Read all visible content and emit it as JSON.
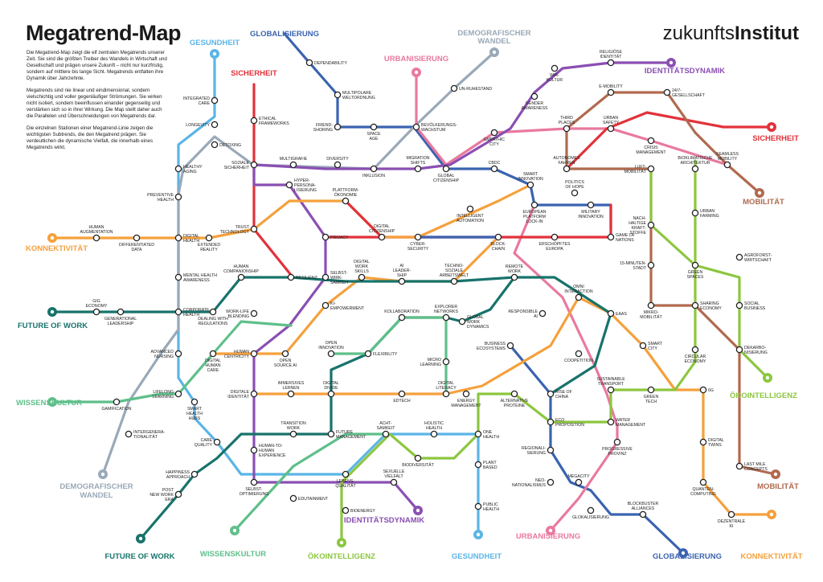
{
  "header": {
    "title": "Megatrend-Map",
    "brand_light": "zukunfts",
    "brand_bold": "Institut"
  },
  "intro": [
    "Die Megatrend-Map zeigt die elf zentralen Megatrends unserer Zeit. Sie sind die größten Treiber des Wandels in Wirtschaft und Gesellschaft und prägen unsere Zukunft – nicht nur kurzfristig, sondern auf mittlere bis lange Sicht. Megatrends entfalten ihre Dynamik über Jahrzehnte.",
    "Megatrends sind nie linear und eindimensional, sondern vielschichtig und voller gegenläufiger Strömungen. Sie wirken nicht isoliert, sondern beeinflussen einander gegenseitig und verstärken sich so in ihrer Wirkung. Die Map stellt daher auch die Parallelen und Überschneidungen von Megatrends dar.",
    "Die einzelnen Stationen einer Megatrend-Linie zeigen die wichtigsten Subtrends, die den Megatrend prägen. Sie verdeutlichen die dynamische Vielfalt, die innerhalb eines Megatrends wirkt."
  ],
  "colors": {
    "gesundheit": "#5bb5e6",
    "globalisierung": "#3a63b0",
    "demografie": "#9aa9b8",
    "urbanisierung": "#e9799f",
    "sicherheit": "#e2323a",
    "identitaet": "#8a4fb3",
    "mobilitaet": "#b06a4f",
    "konnektivitaet": "#f5a03c",
    "futurework": "#17736b",
    "wissenskultur": "#5fbf8a",
    "oekointelligenz": "#8cc63f"
  },
  "terminals": [
    {
      "id": "t_gesundheit_top",
      "label": "GESUNDHEIT",
      "color": "gesundheit"
    },
    {
      "id": "t_globalisierung_top",
      "label": "GLOBALISIERUNG",
      "color": "globalisierung"
    },
    {
      "id": "t_demografie_top_1",
      "label": "DEMOGRAFISCHER",
      "color": "demografie"
    },
    {
      "id": "t_demografie_top_2",
      "label": "WANDEL",
      "color": "demografie"
    },
    {
      "id": "t_urbanisierung_top",
      "label": "URBANISIERUNG",
      "color": "urbanisierung"
    },
    {
      "id": "t_sicherheit_left",
      "label": "SICHERHEIT",
      "color": "sicherheit"
    },
    {
      "id": "t_identitaet_top",
      "label": "IDENTITÄTSDYNAMIK",
      "color": "identitaet"
    },
    {
      "id": "t_sicherheit_right",
      "label": "SICHERHEIT",
      "color": "sicherheit"
    },
    {
      "id": "t_mobilitaet_right",
      "label": "MOBILITÄT",
      "color": "mobilitaet"
    },
    {
      "id": "t_konnekt_left",
      "label": "KONNEKTIVITÄT",
      "color": "konnektivitaet"
    },
    {
      "id": "t_fow_left",
      "label": "FUTURE OF WORK",
      "color": "futurework"
    },
    {
      "id": "t_wissen_left",
      "label": "WISSENSKULTUR",
      "color": "wissenskultur"
    },
    {
      "id": "t_oeko_right",
      "label": "ÖKOINTELLIGENZ",
      "color": "oekointelligenz"
    },
    {
      "id": "t_demografie_bl_1",
      "label": "DEMOGRAFISCHER",
      "color": "demografie"
    },
    {
      "id": "t_demografie_bl_2",
      "label": "WANDEL",
      "color": "demografie"
    },
    {
      "id": "t_mobilitaet_br",
      "label": "MOBILITÄT",
      "color": "mobilitaet"
    },
    {
      "id": "t_fow_bottom",
      "label": "FUTURE OF WORK",
      "color": "futurework"
    },
    {
      "id": "t_wissen_bottom",
      "label": "WISSENSKULTUR",
      "color": "wissenskultur"
    },
    {
      "id": "t_oeko_bottom",
      "label": "ÖKOINTELLIGENZ",
      "color": "oekointelligenz"
    },
    {
      "id": "t_identitaet_bottom",
      "label": "IDENTITÄTSDYNAMIK",
      "color": "identitaet"
    },
    {
      "id": "t_gesundheit_bottom",
      "label": "GESUNDHEIT",
      "color": "gesundheit"
    },
    {
      "id": "t_urbanisierung_bottom",
      "label": "URBANISIERUNG",
      "color": "urbanisierung"
    },
    {
      "id": "t_globalisierung_bottom",
      "label": "GLOBALISIERUNG",
      "color": "globalisierung"
    },
    {
      "id": "t_konnekt_bottom",
      "label": "KONNEKTIVITÄT",
      "color": "konnektivitaet"
    }
  ],
  "stations": [
    {
      "id": "integrated_care",
      "label": [
        "INTEGRATED",
        "CARE"
      ]
    },
    {
      "id": "longevity",
      "label": [
        "LONGEVITY"
      ]
    },
    {
      "id": "detoxing",
      "label": [
        "DETOXING"
      ]
    },
    {
      "id": "healthy_aging",
      "label": [
        "HEALTHY",
        "AGING"
      ]
    },
    {
      "id": "preventive_health",
      "label": [
        "PREVENTIVE",
        "HEALTH"
      ]
    },
    {
      "id": "human_augmentation",
      "label": [
        "HUMAN",
        "AUGMENTATION"
      ]
    },
    {
      "id": "differentiated_data",
      "label": [
        "DIFFERENTIATED",
        "DATA"
      ]
    },
    {
      "id": "digital_health",
      "label": [
        "DIGITAL",
        "HEALTH"
      ]
    },
    {
      "id": "extended_reality",
      "label": [
        "EXTENDED",
        "REALITY"
      ]
    },
    {
      "id": "mental_health",
      "label": [
        "MENTAL HEALTH",
        "AWARENESS"
      ]
    },
    {
      "id": "gig_economy",
      "label": [
        "GIG",
        "ECONOMY"
      ]
    },
    {
      "id": "generational_leadership",
      "label": [
        "GENERATIONAL",
        "LEADERSHIP"
      ]
    },
    {
      "id": "corporate_health",
      "label": [
        "CORPORATE",
        "HEALTH"
      ]
    },
    {
      "id": "dealing_regulations",
      "label": [
        "DEALING WITH",
        "REGULATIONS"
      ]
    },
    {
      "id": "advanced_nursing",
      "label": [
        "ADVANCED",
        "NURSING"
      ]
    },
    {
      "id": "lifelong_learning",
      "label": [
        "LIFELONG",
        "LEARNING"
      ]
    },
    {
      "id": "gamification",
      "label": [
        "GAMIFICATION"
      ]
    },
    {
      "id": "smart_health_hubs",
      "label": [
        "SMART",
        "HEALTH",
        "HUBS"
      ]
    },
    {
      "id": "intergenerationalitaet",
      "label": [
        "INTERGENERA-",
        "TIONALITÄT"
      ]
    },
    {
      "id": "care_quality",
      "label": [
        "CARE",
        "QUALITY"
      ]
    },
    {
      "id": "happiness_approach",
      "label": [
        "HAPPINESS",
        "APPROACH"
      ]
    },
    {
      "id": "post_new_work",
      "label": [
        "POST",
        "NEW WORK",
        "ERA"
      ]
    },
    {
      "id": "ethical_frameworks",
      "label": [
        "ETHICAL",
        "FRAMEWORKS"
      ]
    },
    {
      "id": "soziale_sicherheit",
      "label": [
        "SOZIALE",
        "SICHERHEIT"
      ]
    },
    {
      "id": "hyper_personalisierung",
      "label": [
        "HYPER-",
        "PERSONA-",
        "LISIERUNG"
      ]
    },
    {
      "id": "trust_technology",
      "label": [
        "TRUST",
        "TECHNOLOGY"
      ]
    },
    {
      "id": "human_companionship",
      "label": [
        "HUMAN",
        "COMPANIONSHIP"
      ]
    },
    {
      "id": "resilienz",
      "label": [
        "RESILIENZ"
      ]
    },
    {
      "id": "work_life_blending",
      "label": [
        "WORK-LIFE",
        "BLENDING"
      ]
    },
    {
      "id": "human_centricity",
      "label": [
        "HUMAN",
        "CENTRICITY"
      ]
    },
    {
      "id": "digital_human_care",
      "label": [
        "DIGITAL",
        "HUMAN",
        "CARE"
      ]
    },
    {
      "id": "digitale_identitaet",
      "label": [
        "DIGITALE",
        "IDENTITÄT"
      ]
    },
    {
      "id": "human_to_human",
      "label": [
        "HUMAN-TO-",
        "HUMAN",
        "EXPERIENCE"
      ]
    },
    {
      "id": "selbstoptimierung",
      "label": [
        "SELBST-",
        "OPTIMIERUNG"
      ]
    },
    {
      "id": "edutainment",
      "label": [
        "EDUTAINMENT"
      ]
    },
    {
      "id": "dependability",
      "label": [
        "DEPENDABILITY"
      ]
    },
    {
      "id": "multipolare",
      "label": [
        "MULTIPOLARE",
        "WELTORDNUNG"
      ]
    },
    {
      "id": "friendshoring",
      "label": [
        "FRIEND-",
        "SHORING"
      ]
    },
    {
      "id": "space_age",
      "label": [
        "SPACE",
        "AGE"
      ]
    },
    {
      "id": "un_ruhestand",
      "label": [
        "UN-RUHESTAND"
      ]
    },
    {
      "id": "bevoelkerungswachstum",
      "label": [
        "BEVÖLKERUNGS-",
        "WACHSTUM"
      ]
    },
    {
      "id": "multigrafie",
      "label": [
        "MULTIGRAFIE"
      ]
    },
    {
      "id": "diversity",
      "label": [
        "DIVERSITY"
      ]
    },
    {
      "id": "inklusion",
      "label": [
        "INKLUSION"
      ]
    },
    {
      "id": "migration_shifts",
      "label": [
        "MIGRATION",
        "SHIFTS"
      ]
    },
    {
      "id": "global_citizenship",
      "label": [
        "GLOBAL",
        "CITIZENSHIP"
      ]
    },
    {
      "id": "plattformoekonomie",
      "label": [
        "PLATTFORM-",
        "ÖKONOMIE"
      ]
    },
    {
      "id": "privacy",
      "label": [
        "PRIVACY"
      ]
    },
    {
      "id": "digital_citizenship",
      "label": [
        "DIGITAL",
        "CITIZENSHIP"
      ]
    },
    {
      "id": "cyber_security",
      "label": [
        "CYBER-",
        "SECURITY"
      ]
    },
    {
      "id": "selbstwirksamkeit",
      "label": [
        "SELBST-",
        "WIRK-",
        "SAMKEIT"
      ]
    },
    {
      "id": "digital_work_skills",
      "label": [
        "DIGITAL",
        "WORK",
        "SKILLS"
      ]
    },
    {
      "id": "ai_leadership",
      "label": [
        "AI",
        "LEADER-",
        "SHIP"
      ]
    },
    {
      "id": "technosoziale",
      "label": [
        "TECHNO-",
        "SOZIALE",
        "ARBEITSWELT"
      ]
    },
    {
      "id": "ki_empowerment",
      "label": [
        "KI-",
        "EMPOWERMENT"
      ]
    },
    {
      "id": "open_source_ai",
      "label": [
        "OPEN",
        "SOURCE AI"
      ]
    },
    {
      "id": "open_innovation",
      "label": [
        "OPEN",
        "INNOVATION"
      ]
    },
    {
      "id": "flexibility",
      "label": [
        "FLEXIBILITY"
      ]
    },
    {
      "id": "kollaboration",
      "label": [
        "KOLLABORATION"
      ]
    },
    {
      "id": "explorer_networks",
      "label": [
        "EXPLORER",
        "NETWORKS"
      ]
    },
    {
      "id": "global_work_dynamics",
      "label": [
        "GLOBAL",
        "WORK",
        "DYNAMICS"
      ]
    },
    {
      "id": "micro_learning",
      "label": [
        "MICRO",
        "LEARNING"
      ]
    },
    {
      "id": "immersives_lernen",
      "label": [
        "IMMERSIVES",
        "LERNEN"
      ]
    },
    {
      "id": "digital_divide",
      "label": [
        "DIGITAL",
        "DIVIDE"
      ]
    },
    {
      "id": "digital_literacy",
      "label": [
        "DIGITAL",
        "LITERACY"
      ]
    },
    {
      "id": "edtech",
      "label": [
        "EDTECH"
      ]
    },
    {
      "id": "transition_work",
      "label": [
        "TRANSITION",
        "WORK"
      ]
    },
    {
      "id": "future_management",
      "label": [
        "FUTURE",
        "MANAGEMENT"
      ]
    },
    {
      "id": "achtsamkeit",
      "label": [
        "ACHT-",
        "SAMKEIT"
      ]
    },
    {
      "id": "holistic_health",
      "label": [
        "HOLISTIC",
        "HEALTH"
      ]
    },
    {
      "id": "biodiversitaet",
      "label": [
        "BIODIVERSITÄT"
      ]
    },
    {
      "id": "lebensqualitaet",
      "label": [
        "LEBENS-",
        "QUALITÄT"
      ]
    },
    {
      "id": "sexuelle_vielfalt",
      "label": [
        "SEXUELLE",
        "VIELFALT"
      ]
    },
    {
      "id": "bioenergy",
      "label": [
        "BIOENERGY"
      ]
    },
    {
      "id": "one_health",
      "label": [
        "ONE",
        "HEALTH"
      ]
    },
    {
      "id": "plant_based",
      "label": [
        "PLANT",
        "BASED"
      ]
    },
    {
      "id": "public_health",
      "label": [
        "PUBLIC",
        "HEALTH"
      ]
    },
    {
      "id": "energy_management",
      "label": [
        "ENERGY",
        "MANAGEMENT"
      ]
    },
    {
      "id": "wir_kultur",
      "label": [
        "WIR-",
        "KULTUR"
      ]
    },
    {
      "id": "religioese_identitaet",
      "label": [
        "RELIGIÖSE",
        "IDENTITÄT"
      ]
    },
    {
      "id": "gender_awareness",
      "label": [
        "GENDER",
        "AWARENESS"
      ]
    },
    {
      "id": "empathic_city",
      "label": [
        "EMPATHIC",
        "CITY"
      ]
    },
    {
      "id": "cbdc",
      "label": [
        "CBDC"
      ]
    },
    {
      "id": "smart_innovation",
      "label": [
        "SMART",
        "INNOVATION"
      ]
    },
    {
      "id": "autonomes_fahren",
      "label": [
        "AUTONOMES",
        "FAHREN"
      ]
    },
    {
      "id": "intelligent_automation",
      "label": [
        "INTELLIGENT",
        "AUTOMATION"
      ]
    },
    {
      "id": "european_platform",
      "label": [
        "EUROPEAN",
        "PLATFORM",
        "LOCK-IN"
      ]
    },
    {
      "id": "politics_hope",
      "label": [
        "POLITICS",
        "OF HOPE"
      ]
    },
    {
      "id": "military_innovation",
      "label": [
        "MILITARY",
        "INNOVATION"
      ]
    },
    {
      "id": "blockchain",
      "label": [
        "BLOCK-",
        "CHAIN"
      ]
    },
    {
      "id": "erschoepftes_europa",
      "label": [
        "ERSCHÖPFTES",
        "EUROPA"
      ]
    },
    {
      "id": "game_of_nations",
      "label": [
        "GAME OF",
        "NATIONS"
      ]
    },
    {
      "id": "remote_work",
      "label": [
        "REMOTE",
        "WORK"
      ]
    },
    {
      "id": "omni_interaction",
      "label": [
        "OMNI",
        "INTERACTION"
      ]
    },
    {
      "id": "responsible_ai",
      "label": [
        "RESPONSIBLE",
        "AI"
      ]
    },
    {
      "id": "eaas",
      "label": [
        "EAAS"
      ]
    },
    {
      "id": "business_ecosystems",
      "label": [
        "BUSINESS",
        "ECOSYSTEMS"
      ]
    },
    {
      "id": "smart_city",
      "label": [
        "SMART",
        "CITY"
      ]
    },
    {
      "id": "cooperation",
      "label": [
        "COOPETITION"
      ]
    },
    {
      "id": "alternative_proteine",
      "label": [
        "ALTERNATIVE",
        "PROTEINE"
      ]
    },
    {
      "id": "rise_of_china",
      "label": [
        "RISE OF",
        "CHINA"
      ]
    },
    {
      "id": "eco_proposition",
      "label": [
        "ECO",
        "PROPOSITION"
      ]
    },
    {
      "id": "regionalisierung",
      "label": [
        "REGIONALI-",
        "SIERUNG"
      ]
    },
    {
      "id": "neo_nationalismus",
      "label": [
        "NEO-",
        "NATIONALISMUS"
      ]
    },
    {
      "id": "megacity",
      "label": [
        "MEGACITY"
      ]
    },
    {
      "id": "glokalisierung",
      "label": [
        "GLOKALISIERUNG"
      ]
    },
    {
      "id": "blockbuster_alliances",
      "label": [
        "BLOCKBUSTER",
        "ALLIANCES"
      ]
    },
    {
      "id": "e_mobility",
      "label": [
        "E-MOBILITY"
      ]
    },
    {
      "id": "gesellschaft_24_7",
      "label": [
        "24/7-",
        "GESELLSCHAFT"
      ]
    },
    {
      "id": "third_places",
      "label": [
        "THIRD",
        "PLACES"
      ]
    },
    {
      "id": "urban_safety",
      "label": [
        "URBAN",
        "SAFETY"
      ]
    },
    {
      "id": "crisis_management",
      "label": [
        "CRISIS",
        "MANAGEMENT"
      ]
    },
    {
      "id": "seamless_mobility",
      "label": [
        "SEAMLESS",
        "MOBILITY"
      ]
    },
    {
      "id": "luft_mobilitaet",
      "label": [
        "LUFT-",
        "MOBILITÄT"
      ]
    },
    {
      "id": "bioklimatische",
      "label": [
        "BIOKLIMATISCHE",
        "ARCHITEKTUR"
      ]
    },
    {
      "id": "nachhaltige_kraftstoffe",
      "label": [
        "NACH-",
        "HALTIGE",
        "KRAFT-",
        "STOFFE"
      ]
    },
    {
      "id": "urban_farming",
      "label": [
        "URBAN",
        "FARMING"
      ]
    },
    {
      "id": "agroforstwirtschaft",
      "label": [
        "AGROFORST-",
        "WIRTSCHAFT"
      ]
    },
    {
      "id": "minuten_stadt",
      "label": [
        "15-MINUTEN-",
        "STADT"
      ]
    },
    {
      "id": "green_spaces",
      "label": [
        "GREEN",
        "SPACES"
      ]
    },
    {
      "id": "sharing_economy",
      "label": [
        "SHARING",
        "ECONOMY"
      ]
    },
    {
      "id": "social_business",
      "label": [
        "SOCIAL",
        "BUSINESS"
      ]
    },
    {
      "id": "mikro_mobilitaet",
      "label": [
        "MIKRO-",
        "MOBILITÄT"
      ]
    },
    {
      "id": "dekarbonisierung",
      "label": [
        "DEKARBO-",
        "NISIERUNG"
      ]
    },
    {
      "id": "circular_economy",
      "label": [
        "CIRCULAR",
        "ECONOMY"
      ]
    },
    {
      "id": "sustainable_transport",
      "label": [
        "SUSTAINABLE",
        "TRANSPORT"
      ]
    },
    {
      "id": "green_tech",
      "label": [
        "GREEN",
        "TECH"
      ]
    },
    {
      "id": "six_g",
      "label": [
        "6G"
      ]
    },
    {
      "id": "water_management",
      "label": [
        "WATER",
        "MANAGEMENT"
      ]
    },
    {
      "id": "progressive_provinz",
      "label": [
        "PROGRESSIVE",
        "PROVINZ"
      ]
    },
    {
      "id": "digital_twins",
      "label": [
        "DIGITAL",
        "TWINS"
      ]
    },
    {
      "id": "last_mile",
      "label": [
        "LAST MILE",
        "CONCEPTS"
      ]
    },
    {
      "id": "quantencomputing",
      "label": [
        "QUANTEN-",
        "COMPUTING"
      ]
    },
    {
      "id": "dezentrale_ki",
      "label": [
        "DEZENTRALE",
        "KI"
      ]
    }
  ]
}
